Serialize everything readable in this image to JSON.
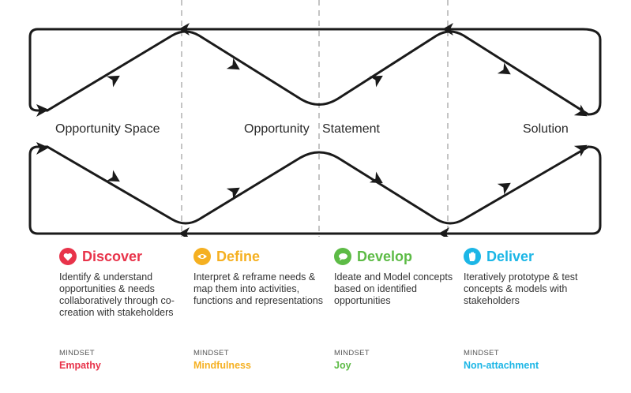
{
  "diagram": {
    "labels": {
      "left": "Opportunity Space",
      "middle_a": "Opportunity",
      "middle_b": "Statement",
      "right": "Solution"
    }
  },
  "phases": [
    {
      "title": "Discover",
      "icon": "heart-icon",
      "color": "#e8334a",
      "description": "Identify & understand opportunities & needs collaboratively through co-creation with stakeholders",
      "mindset_label": "MINDSET",
      "mindset": "Empathy"
    },
    {
      "title": "Define",
      "icon": "eye-icon",
      "color": "#f5b021",
      "description": "Interpret & reframe needs & map them into activities, functions and representations",
      "mindset_label": "MINDSET",
      "mindset": "Mindfulness"
    },
    {
      "title": "Develop",
      "icon": "speech-bubble-icon",
      "color": "#5dbb46",
      "description": "Ideate and Model concepts based on identified opportunities",
      "mindset_label": "MINDSET",
      "mindset": "Joy"
    },
    {
      "title": "Deliver",
      "icon": "hand-icon",
      "color": "#1cb6e6",
      "description": "Iteratively prototype & test concepts & models with stakeholders",
      "mindset_label": "MINDSET",
      "mindset": "Non-attachment"
    }
  ]
}
